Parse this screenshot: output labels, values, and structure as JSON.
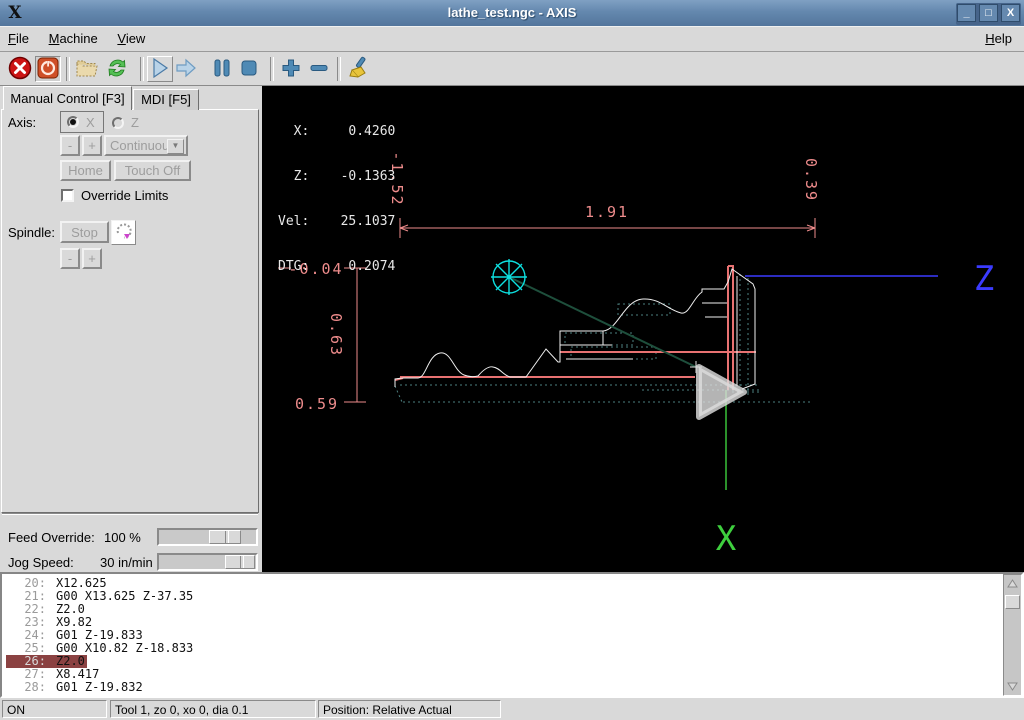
{
  "window": {
    "title": "lathe_test.ngc - AXIS",
    "icon_glyph": "X",
    "minimize_glyph": "_",
    "maximize_glyph": "□",
    "close_glyph": "X"
  },
  "menu": {
    "items": [
      {
        "label": "File"
      },
      {
        "label": "Machine"
      },
      {
        "label": "View"
      }
    ],
    "help_label": "Help"
  },
  "toolbar": {
    "icons": [
      "estop-icon",
      "machine-power-icon",
      "open-file-icon",
      "reload-icon",
      "run-icon",
      "step-icon",
      "pause-icon",
      "stop-icon",
      "zoom-in-icon",
      "zoom-out-icon",
      "clear-plot-icon"
    ]
  },
  "manual_panel": {
    "tabs": [
      {
        "label": "Manual Control [F3]",
        "active": true
      },
      {
        "label": "MDI [F5]",
        "active": false
      }
    ],
    "axis_label": "Axis:",
    "axis_x": "X",
    "axis_z": "Z",
    "jog_minus": "-",
    "jog_plus": "+",
    "jog_mode": "Continuous",
    "home": "Home",
    "touch_off": "Touch Off",
    "override_limits": "Override Limits",
    "spindle_label": "Spindle:",
    "spindle_stop": "Stop",
    "spindle_minus": "-",
    "spindle_plus": "+",
    "feed_override_label": "Feed Override:",
    "feed_override_value": "100 %",
    "jog_speed_label": "Jog Speed:",
    "jog_speed_value": "30 in/min"
  },
  "dro": {
    "rows": [
      {
        "label": "X:",
        "value": "0.4260"
      },
      {
        "label": "Z:",
        "value": "-0.1363"
      },
      {
        "label": "Vel:",
        "value": "25.1037"
      },
      {
        "label": "DTG:",
        "value": "0.2074"
      }
    ]
  },
  "preview": {
    "dim_top_width": "1.91",
    "dim_left": "-1.52",
    "dim_right": "0.39",
    "dim_x_start": "-0.04",
    "dim_height": "0.63",
    "dim_x_end": "0.59",
    "z_axis_label": "Z",
    "x_axis_label": "X"
  },
  "gcode": {
    "lines": [
      {
        "num": "20:",
        "text": "X12.625",
        "active": false
      },
      {
        "num": "21:",
        "text": "G00 X13.625 Z-37.35",
        "active": false
      },
      {
        "num": "22:",
        "text": "Z2.0",
        "active": false
      },
      {
        "num": "23:",
        "text": "X9.82",
        "active": false
      },
      {
        "num": "24:",
        "text": "G01 Z-19.833",
        "active": false
      },
      {
        "num": "25:",
        "text": "G00 X10.82 Z-18.833",
        "active": false
      },
      {
        "num": "26:",
        "text": "Z2.0",
        "active": true
      },
      {
        "num": "27:",
        "text": "X8.417",
        "active": false
      },
      {
        "num": "28:",
        "text": "G01 Z-19.832",
        "active": false
      }
    ]
  },
  "status_bar": {
    "machine_state": "ON",
    "tool_info": "Tool 1, zo 0, xo 0, dia 0.1",
    "position_info": "Position: Relative Actual"
  },
  "colors": {
    "titlebar_blue": "#6488ae",
    "dimension": "#ee8c8c",
    "backplot_red": "#e87272",
    "rapid_teal": "#4d8080",
    "tool_marker_cyan": "#0de0e0",
    "z_axis_blue": "#3b3bff",
    "x_axis_green": "#3ecf3e",
    "highlight_line_bg": "#8b4242"
  }
}
